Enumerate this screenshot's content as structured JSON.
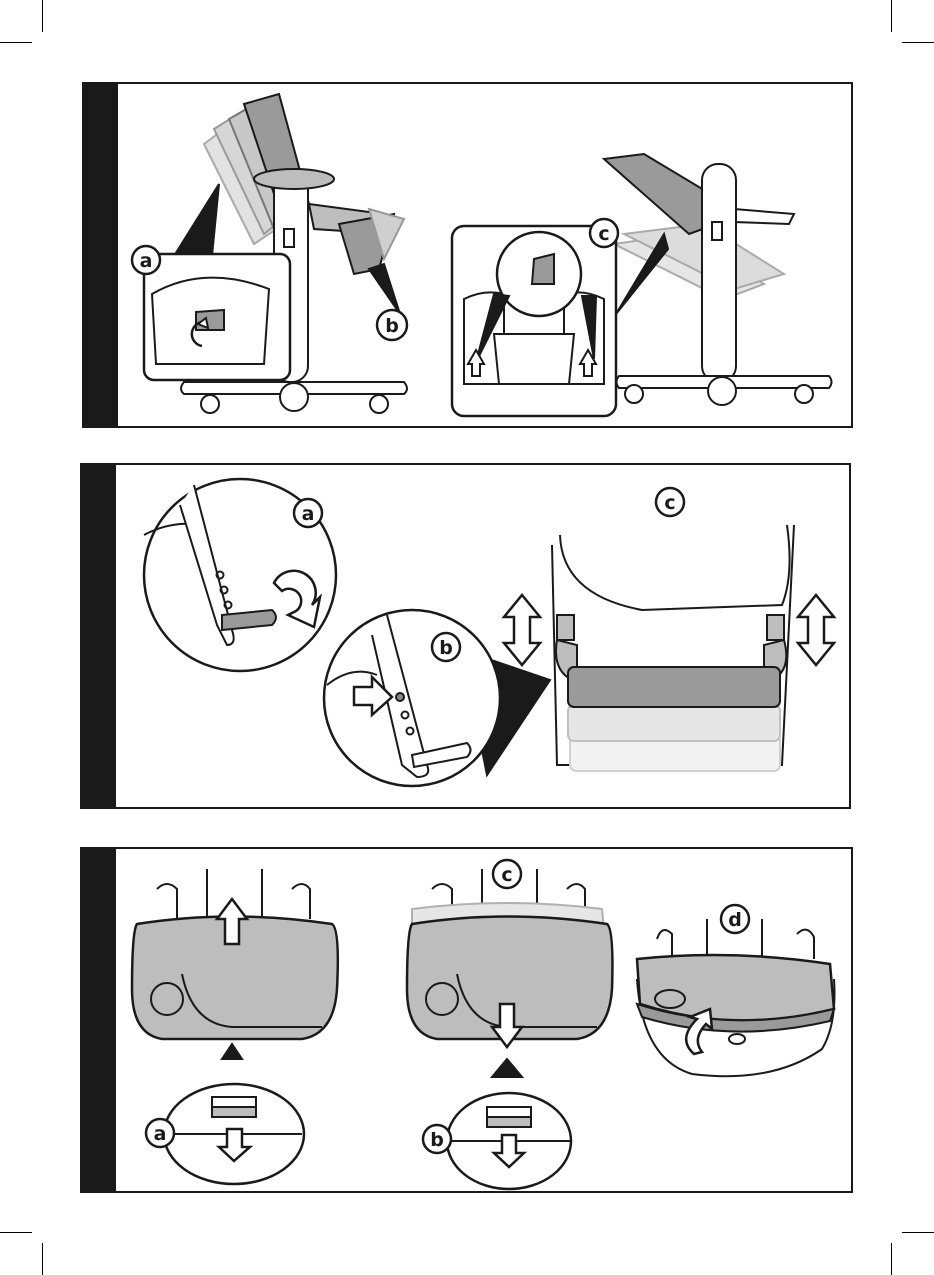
{
  "colors": {
    "ink": "#1a1a1a",
    "fill_gray": "#bdbdbd",
    "fill_dark": "#8a8a8a",
    "ghost": "#dcdcdc",
    "paper": "#ffffff"
  },
  "panel1": {
    "label_a": "a",
    "label_b": "b",
    "label_c": "c"
  },
  "panel2": {
    "label_a": "a",
    "label_b": "b",
    "label_c": "c"
  },
  "panel3": {
    "label_a": "a",
    "label_b": "b",
    "label_c": "c",
    "label_d": "d"
  }
}
